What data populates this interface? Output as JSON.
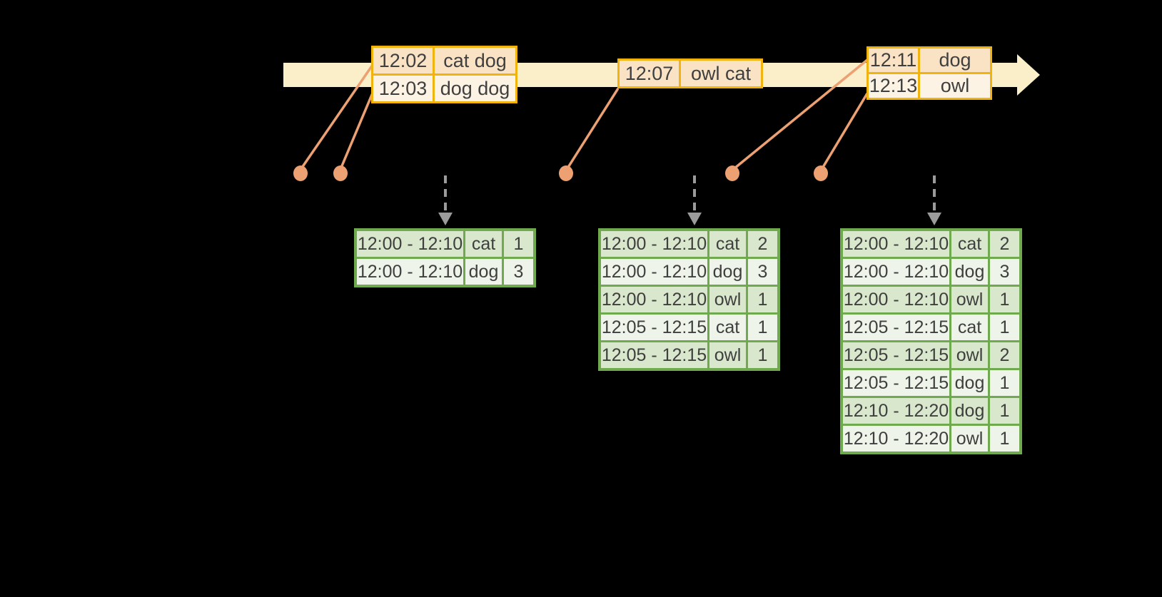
{
  "diagram": {
    "title_hint": "event-time windowed word counts over a timeline",
    "event_tables": [
      {
        "rows": [
          {
            "time": "12:02",
            "words": "cat dog"
          },
          {
            "time": "12:03",
            "words": "dog dog"
          }
        ]
      },
      {
        "rows": [
          {
            "time": "12:07",
            "words": "owl cat"
          }
        ]
      },
      {
        "rows": [
          {
            "time": "12:11",
            "words": "dog"
          },
          {
            "time": "12:13",
            "words": "owl"
          }
        ]
      }
    ],
    "result_tables": [
      {
        "rows": [
          {
            "window": "12:00 - 12:10",
            "word": "cat",
            "count": "1"
          },
          {
            "window": "12:00 - 12:10",
            "word": "dog",
            "count": "3"
          }
        ]
      },
      {
        "rows": [
          {
            "window": "12:00 - 12:10",
            "word": "cat",
            "count": "2"
          },
          {
            "window": "12:00 - 12:10",
            "word": "dog",
            "count": "3"
          },
          {
            "window": "12:00 - 12:10",
            "word": "owl",
            "count": "1"
          },
          {
            "window": "12:05 - 12:15",
            "word": "cat",
            "count": "1"
          },
          {
            "window": "12:05 - 12:15",
            "word": "owl",
            "count": "1"
          }
        ]
      },
      {
        "rows": [
          {
            "window": "12:00 - 12:10",
            "word": "cat",
            "count": "2"
          },
          {
            "window": "12:00 - 12:10",
            "word": "dog",
            "count": "3"
          },
          {
            "window": "12:00 - 12:10",
            "word": "owl",
            "count": "1"
          },
          {
            "window": "12:05 - 12:15",
            "word": "cat",
            "count": "1"
          },
          {
            "window": "12:05 - 12:15",
            "word": "owl",
            "count": "2"
          },
          {
            "window": "12:05 - 12:15",
            "word": "dog",
            "count": "1"
          },
          {
            "window": "12:10 - 12:20",
            "word": "dog",
            "count": "1"
          },
          {
            "window": "12:10 - 12:20",
            "word": "owl",
            "count": "1"
          }
        ]
      }
    ],
    "colors": {
      "background": "#000000",
      "timeline_band": "#faefc8",
      "event_table_border": "#f1b40e",
      "event_cell_dark": "#fae3c5",
      "event_cell_light": "#fdf3e5",
      "connector_salmon": "#eda173",
      "result_table_border": "#6fab4e",
      "result_cell_dark": "#d9e7cc",
      "result_cell_light": "#eef4e9",
      "trigger_arrow_gray": "#9b9b9b",
      "text": "#3f3f3f"
    }
  }
}
